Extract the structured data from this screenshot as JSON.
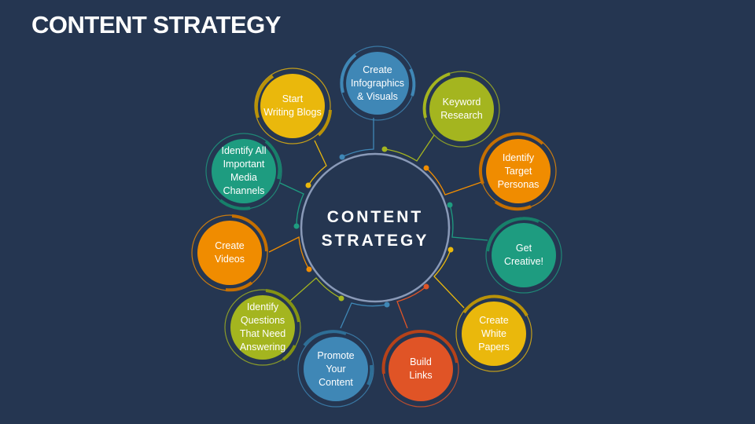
{
  "title": "CONTENT STRATEGY",
  "center": {
    "line1": "CONTENT",
    "line2": "STRATEGY"
  },
  "colors": {
    "background": "#253651",
    "blue": "#3f87b6",
    "green": "#a4b51f",
    "orange": "#f08c00",
    "teal": "#1e9c80",
    "yellow": "#eab80c",
    "red": "#e05426",
    "ring": "#8a9ab8"
  },
  "nodes": [
    {
      "id": "create-infographics",
      "label": "Create Infographics & Visuals",
      "lines": [
        "Create",
        "Infographics",
        "& Visuals"
      ],
      "color": "#3f87b6"
    },
    {
      "id": "keyword-research",
      "label": "Keyword Research",
      "lines": [
        "Keyword",
        "Research"
      ],
      "color": "#a4b51f"
    },
    {
      "id": "identify-target-personas",
      "label": "Identify Target Personas",
      "lines": [
        "Identify",
        "Target",
        "Personas"
      ],
      "color": "#f08c00"
    },
    {
      "id": "get-creative",
      "label": "Get Creative!",
      "lines": [
        "Get",
        "Creative!"
      ],
      "color": "#1e9c80"
    },
    {
      "id": "create-white-papers",
      "label": "Create White Papers",
      "lines": [
        "Create",
        "White",
        "Papers"
      ],
      "color": "#eab80c"
    },
    {
      "id": "build-links",
      "label": "Build Links",
      "lines": [
        "Build",
        "Links"
      ],
      "color": "#e05426"
    },
    {
      "id": "promote-your-content",
      "label": "Promote Your Content",
      "lines": [
        "Promote",
        "Your",
        "Content"
      ],
      "color": "#3f87b6"
    },
    {
      "id": "identify-questions",
      "label": "Identify Questions That Need Answering",
      "lines": [
        "Identify",
        "Questions",
        "That Need",
        "Answering"
      ],
      "color": "#a4b51f"
    },
    {
      "id": "create-videos",
      "label": "Create Videos",
      "lines": [
        "Create",
        "Videos"
      ],
      "color": "#f08c00"
    },
    {
      "id": "identify-media-channels",
      "label": "Identify All Important Media Channels",
      "lines": [
        "Identify All",
        "Important",
        "Media",
        "Channels"
      ],
      "color": "#1e9c80"
    },
    {
      "id": "start-writing-blogs",
      "label": "Start Writing Blogs",
      "lines": [
        "Start",
        "Writing Blogs"
      ],
      "color": "#eab80c"
    }
  ]
}
